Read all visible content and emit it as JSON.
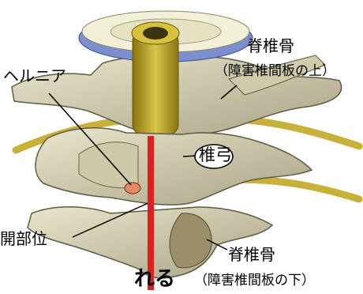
{
  "labels": {
    "upper_vertebra": "脊椎骨",
    "upper_note": "（障害椎間板の上）",
    "hernia": "ヘルニア",
    "arch": "椎弓",
    "incision": "開部位",
    "lower_vertebra": "脊椎骨",
    "lower_note": "（障害椎間板の下）",
    "cut_text": "れる"
  },
  "colors": {
    "bone": "#d8d3b5",
    "bone_shade": "#8f8a6c",
    "cord": "#c8ae2e",
    "disc": "#7b8fcf",
    "cut_line": "#e0201e",
    "hernia": "#e48a6a"
  }
}
